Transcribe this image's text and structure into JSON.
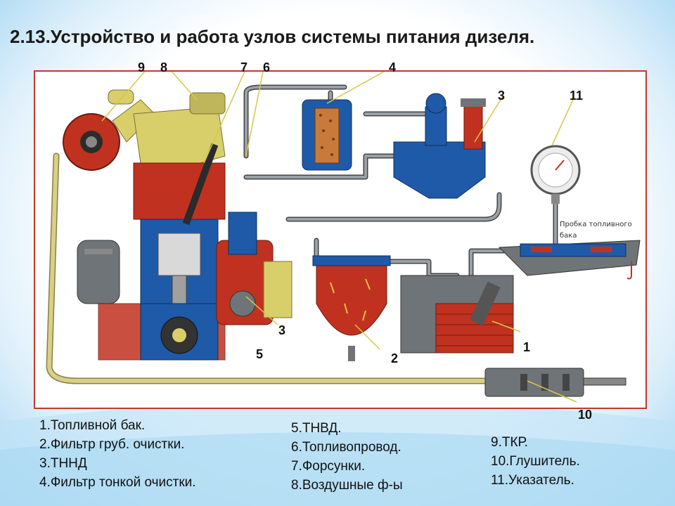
{
  "title": "2.13.Устройство и работа узлов системы питания дизеля.",
  "callouts": {
    "n9": "9",
    "n8": "8",
    "n7": "7",
    "n6": "6",
    "n4": "4",
    "n3_top": "3",
    "n11": "11",
    "n3_mid": "3",
    "n5": "5",
    "n2": "2",
    "n1": "1",
    "n10": "10"
  },
  "cap_label": "Пробка топливного бака",
  "legend": {
    "col1": [
      "1.Топливной бак.",
      "2.Фильтр груб. очистки.",
      "3.ТННД",
      "4.Фильтр тонкой очистки."
    ],
    "col2": [
      "5.ТНВД.",
      "6.Топливопровод.",
      "7.Форсунки.",
      "8.Воздушные ф-ы"
    ],
    "col3": [
      "9.ТКР.",
      "10.Глушитель.",
      "11.Указатель."
    ]
  },
  "colors": {
    "pipe": "#d8cf8a",
    "pipe_edge": "#8a7f3c",
    "blue": "#1f5aa8",
    "red": "#c0321f",
    "yellow": "#d8cf6a",
    "grey": "#6f7478",
    "frame": "#c0392b"
  }
}
